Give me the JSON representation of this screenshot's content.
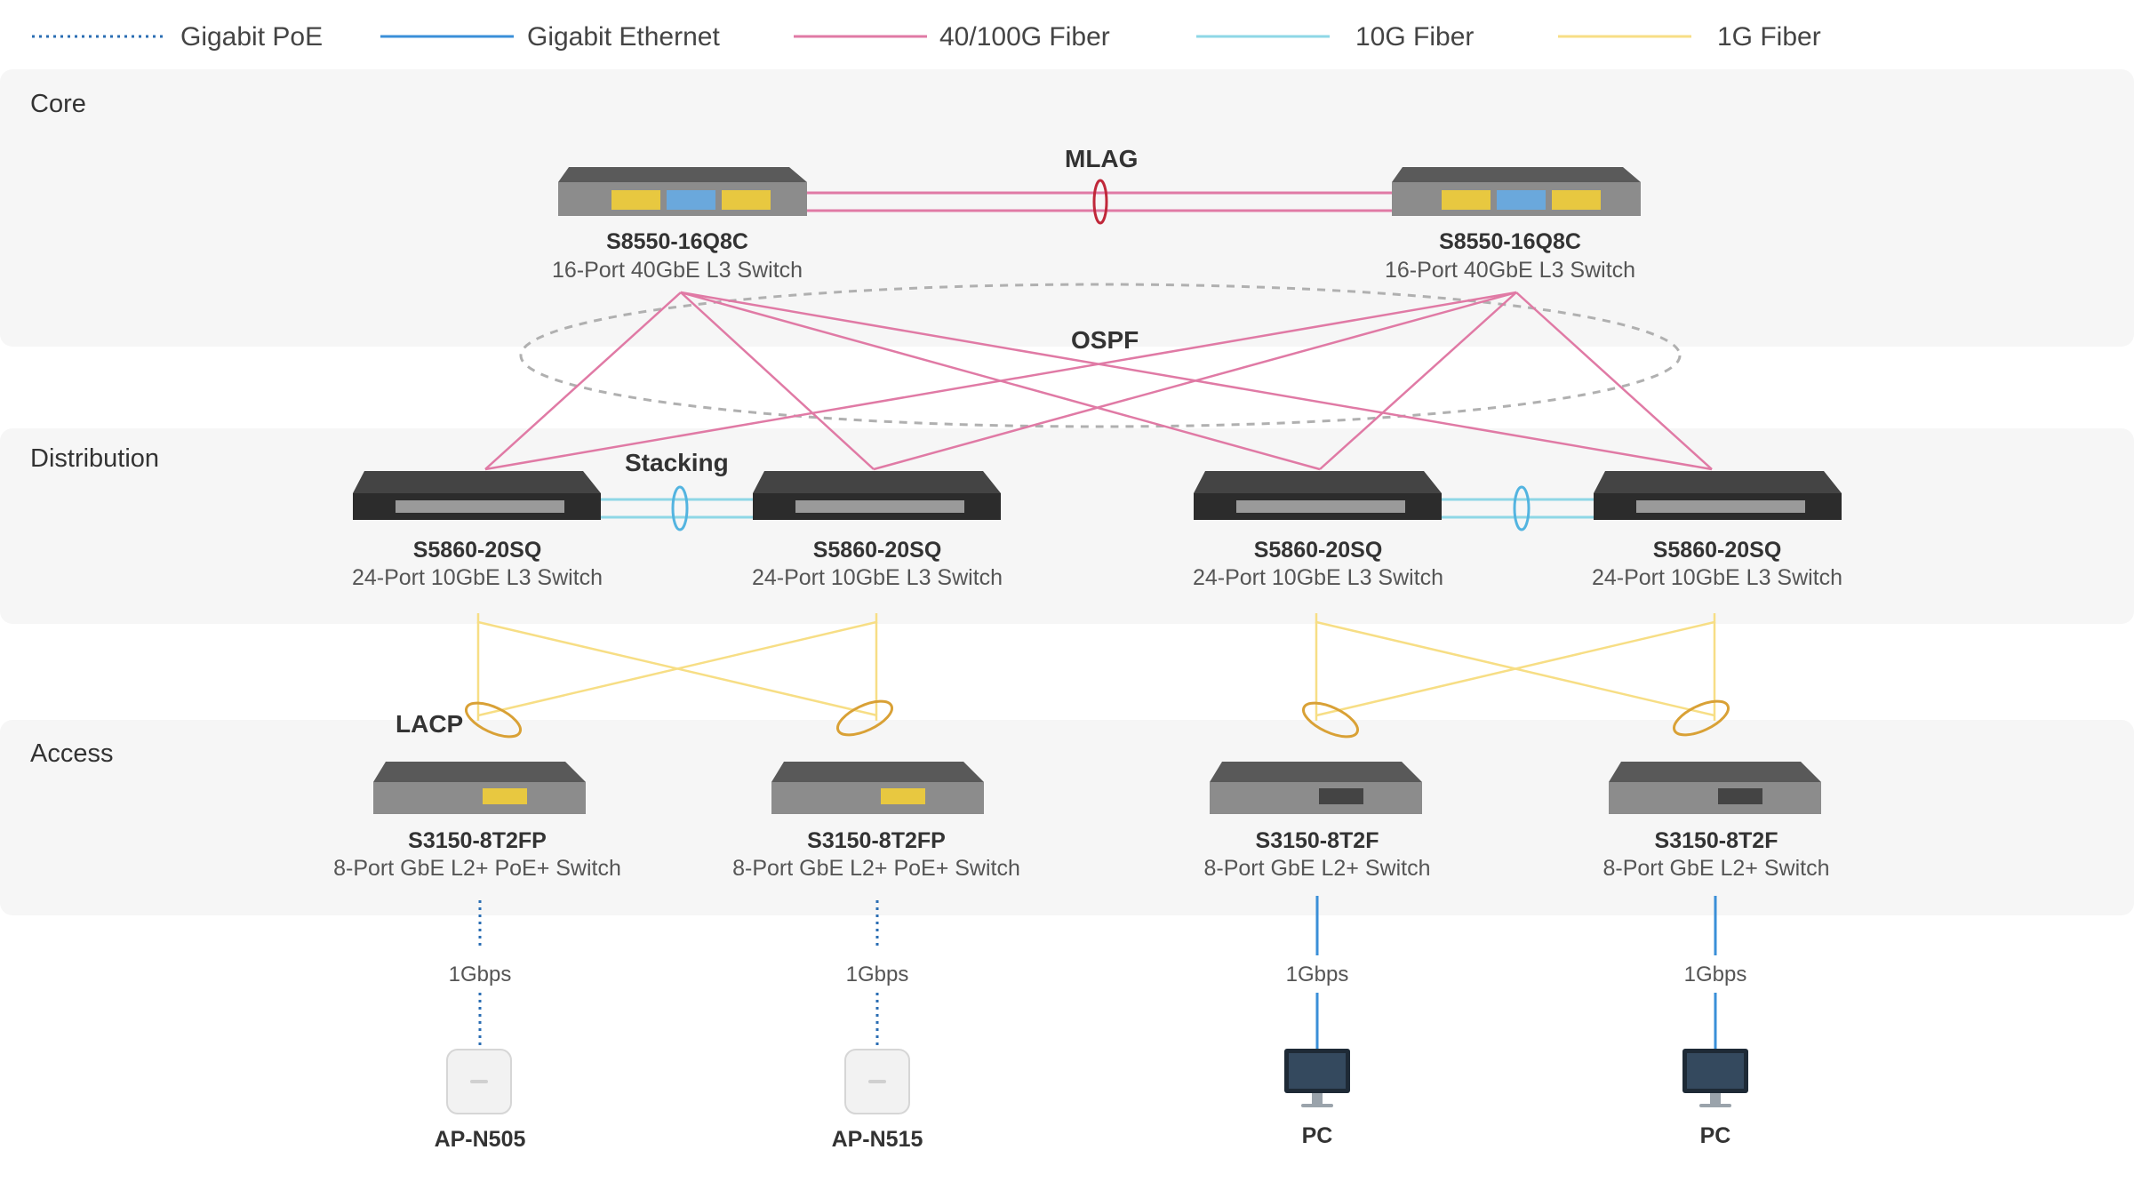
{
  "legend": [
    {
      "label": "Gigabit PoE",
      "style": "gigabit-poe",
      "color": "#2a6db3"
    },
    {
      "label": "Gigabit Ethernet",
      "style": "gigabit-ethernet",
      "color": "#3a8fd8"
    },
    {
      "label": "40/100G Fiber",
      "style": "fiber-40-100g",
      "color": "#e07aa5"
    },
    {
      "label": "10G Fiber",
      "style": "fiber-10g",
      "color": "#8ed7e6"
    },
    {
      "label": "1G Fiber",
      "style": "fiber-1g",
      "color": "#f7de85"
    }
  ],
  "tiers": {
    "core": "Core",
    "distribution": "Distribution",
    "access": "Access"
  },
  "protocols": {
    "mlag": "MLAG",
    "ospf": "OSPF",
    "stacking": "Stacking",
    "lacp": "LACP"
  },
  "core_switches": [
    {
      "model": "S8550-16Q8C",
      "desc": "16-Port 40GbE L3 Switch"
    },
    {
      "model": "S8550-16Q8C",
      "desc": "16-Port 40GbE L3 Switch"
    }
  ],
  "distribution_switches": [
    {
      "model": "S5860-20SQ",
      "desc": "24-Port 10GbE L3 Switch"
    },
    {
      "model": "S5860-20SQ",
      "desc": "24-Port 10GbE L3 Switch"
    },
    {
      "model": "S5860-20SQ",
      "desc": "24-Port 10GbE L3 Switch"
    },
    {
      "model": "S5860-20SQ",
      "desc": "24-Port 10GbE L3 Switch"
    }
  ],
  "access_switches": [
    {
      "model": "S3150-8T2FP",
      "desc": "8-Port GbE L2+ PoE+ Switch"
    },
    {
      "model": "S3150-8T2FP",
      "desc": "8-Port GbE L2+ PoE+ Switch"
    },
    {
      "model": "S3150-8T2F",
      "desc": "8-Port GbE L2+ Switch"
    },
    {
      "model": "S3150-8T2F",
      "desc": "8-Port GbE L2+ Switch"
    }
  ],
  "endpoints": [
    {
      "name": "AP-N505",
      "kind": "access-point",
      "speed": "1Gbps",
      "link": "gigabit-poe"
    },
    {
      "name": "AP-N515",
      "kind": "access-point",
      "speed": "1Gbps",
      "link": "gigabit-poe"
    },
    {
      "name": "PC",
      "kind": "pc",
      "speed": "1Gbps",
      "link": "gigabit-ethernet"
    },
    {
      "name": "PC",
      "kind": "pc",
      "speed": "1Gbps",
      "link": "gigabit-ethernet"
    }
  ],
  "colors": {
    "tier_band": "#f6f6f6",
    "switch_body": "#3a3a3a",
    "mlag_ring": "#c0283a",
    "lacp_ring": "#d9a136",
    "stacking_ring": "#53b4e0",
    "ospf_ring": "#b0b0b0"
  }
}
